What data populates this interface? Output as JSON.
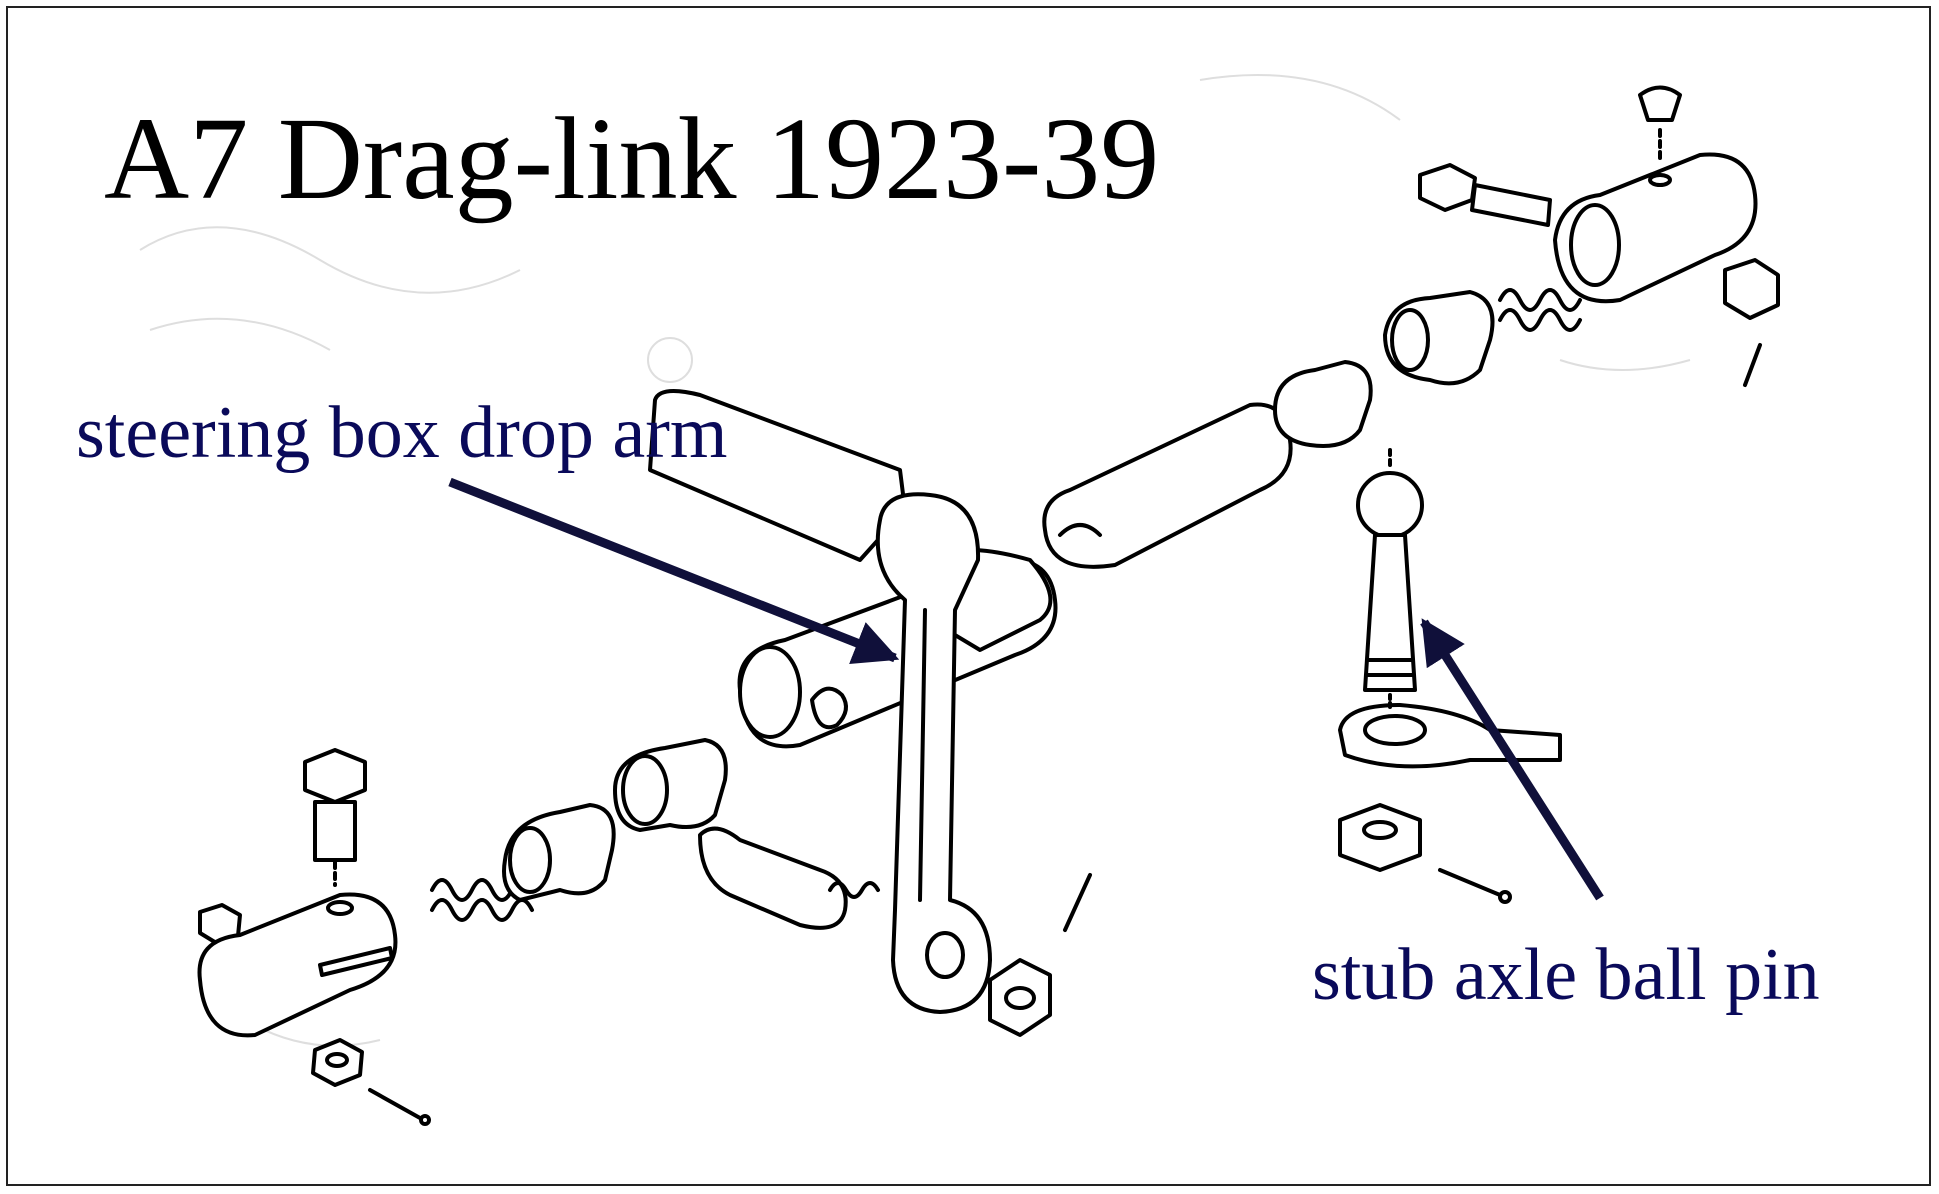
{
  "title": "A7 Drag-link 1923-39",
  "labels": {
    "drop_arm": "steering box drop arm",
    "ball_pin": "stub axle ball pin"
  },
  "colors": {
    "label_text": "#0a0a5a",
    "arrow": "#10103a",
    "line_art": "#000000",
    "faint_background": "#d9d9d9"
  }
}
